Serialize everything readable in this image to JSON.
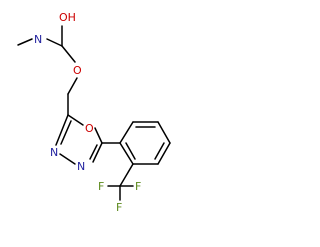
{
  "molecule": {
    "atoms": {
      "carbamate_n": "N",
      "carbamate_oh": "OH",
      "ester_o": "O",
      "ring_o": "O",
      "ring_n3": "N",
      "ring_n4": "N",
      "f_top": "F",
      "f_left": "F",
      "f_right": "F"
    }
  }
}
